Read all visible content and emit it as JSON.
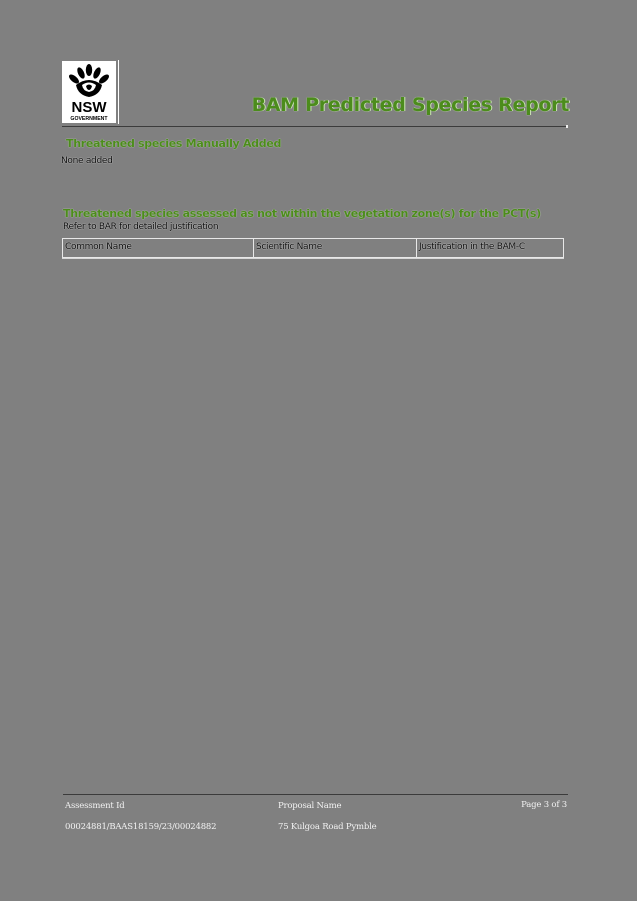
{
  "header": {
    "logo": {
      "name": "nsw-government-logo",
      "line1": "NSW",
      "line2": "GOVERNMENT"
    },
    "title": "BAM Predicted Species Report",
    "accent_color": "#4c8c1c"
  },
  "sections": [
    {
      "heading": "Threatened species Manually Added",
      "body": "None added"
    },
    {
      "heading": "Threatened species assessed as not within the vegetation zone(s) for the PCT(s)",
      "note": "Refer to BAR for detailed justification",
      "table": {
        "columns": [
          "Common Name",
          "Scientific Name",
          "Justification in the BAM-C"
        ],
        "rows": []
      }
    }
  ],
  "footer": {
    "assessment_id_label": "Assessment Id",
    "assessment_id_value": "00024881/BAAS18159/23/00024882",
    "proposal_name_label": "Proposal Name",
    "proposal_name_value": "75 Kulgoa Road Pymble",
    "page_label": "Page 3 of 3"
  }
}
